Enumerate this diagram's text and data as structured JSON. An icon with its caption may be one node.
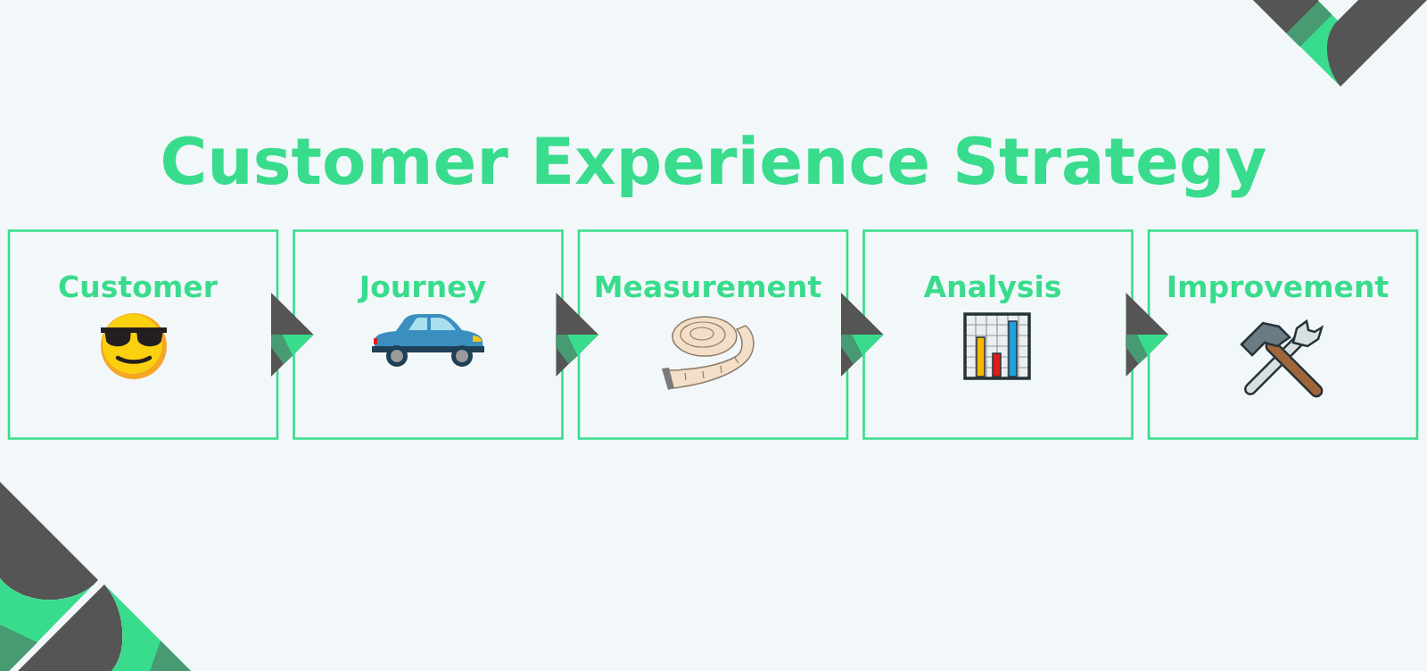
{
  "diagram": {
    "title": "Customer Experience Strategy",
    "nodes": [
      {
        "text": [
          "Customer"
        ]
      },
      {
        "text": [
          "Journey"
        ]
      },
      {
        "text": [
          "Measurement"
        ]
      },
      {
        "text": [
          "Analysis"
        ]
      },
      {
        "text": [
          "Improvement"
        ]
      }
    ],
    "edges": [
      {
        "from": 0,
        "to": 1,
        "arrow": "to"
      },
      {
        "from": 1,
        "to": 2,
        "arrow": "to"
      },
      {
        "from": 2,
        "to": 3,
        "arrow": "to"
      },
      {
        "from": 3,
        "to": 4,
        "arrow": "to"
      }
    ]
  }
}
